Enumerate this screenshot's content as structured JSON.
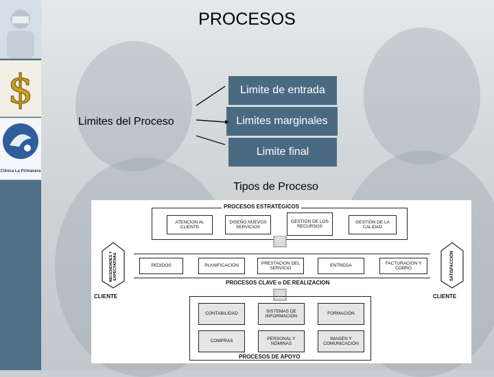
{
  "title": "PROCESOS",
  "limits": {
    "main_label": "Limites del Proceso",
    "entrada": "Limite de entrada",
    "marginales": "Limites marginales",
    "final": "Limite final"
  },
  "tipos_label": "Tipos de Proceso",
  "sidebar": {
    "logo_text": "Clínica La Primavera"
  },
  "diagram": {
    "estrategicos": "PROCESOS ESTRATÉGICOS",
    "strategic_boxes": [
      "ATENCION AL CLIENTE",
      "DISEÑO NUEVOS SERVICIOS",
      "GESTION DE LOS RECURSOS",
      "GESTIÓN DE LA CALIDAD"
    ],
    "left_arrow": "NECESIDADES Y EXPECTATIVAS",
    "right_arrow": "SATISFACCIÓN",
    "chain": [
      "PEDIDOS",
      "PLANIFICACIÓN",
      "PRESTACION DEL SERVICIO",
      "ENTREGA",
      "FACTURACION Y COBRO"
    ],
    "clave": "PROCESOS CLAVE o DE REALIZACION",
    "cliente_left": "CLIENTE",
    "cliente_right": "CLIENTE",
    "support_boxes": [
      "CONTABILIDAD",
      "SISTEMAS DE INFORMACIÓN",
      "FORMACIÓN",
      "COMPRAS",
      "PERSONAL Y NÓMINAS",
      "IMAGEN Y COMUNICACIÓN"
    ],
    "apoyo": "PROCESOS DE APOYO"
  },
  "colors": {
    "box": "#4a6a82",
    "sidebar": "#4f6f86"
  }
}
